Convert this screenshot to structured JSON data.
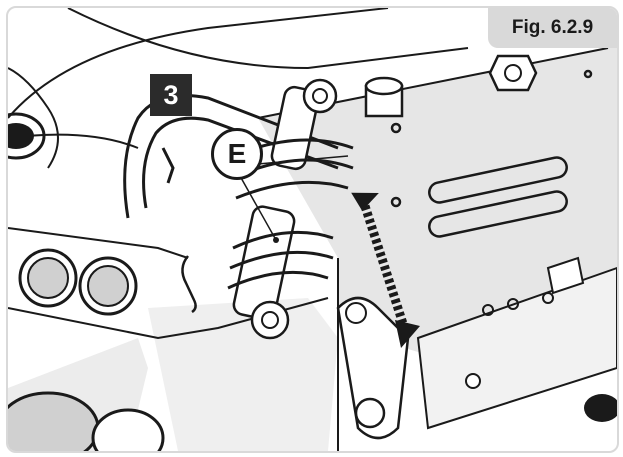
{
  "figure": {
    "label": "Fig. 6.2.9",
    "step_number": "3",
    "part_callout": "E"
  },
  "colors": {
    "background": "#ffffff",
    "frame_border": "#d9d9d9",
    "label_background": "#d9d9d9",
    "badge_background": "#2b2b2b",
    "line_art": "#1a1a1a",
    "shading": "#e6e6e6"
  }
}
